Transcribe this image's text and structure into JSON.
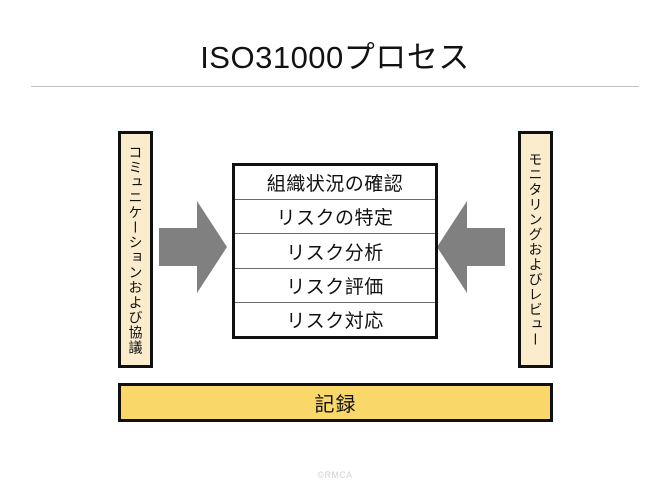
{
  "slide": {
    "title": "ISO31000プロセス",
    "background_color": "#ffffff",
    "rule_color": "#c2c2c2"
  },
  "side_panels": {
    "left": {
      "label": "コミュニケーションおよび協議",
      "fill_color": "#fbeccd",
      "border_color": "#101010"
    },
    "right": {
      "label": "モニタリングおよびレビュー",
      "fill_color": "#fbeccd",
      "border_color": "#101010"
    }
  },
  "arrows": {
    "left": {
      "name": "right-pointing-arrow",
      "direction": "right",
      "color": "#808080"
    },
    "right": {
      "name": "left-pointing-arrow",
      "direction": "left",
      "color": "#808080"
    }
  },
  "process": {
    "steps": [
      {
        "label": "組織状況の確認"
      },
      {
        "label": "リスクの特定"
      },
      {
        "label": "リスク分析"
      },
      {
        "label": "リスク評価"
      },
      {
        "label": "リスク対応"
      }
    ],
    "border_color": "#101010",
    "divider_color": "#6a6a6a",
    "fill_color": "#ffffff"
  },
  "record_bar": {
    "label": "記録",
    "fill_color": "#f9d769",
    "border_color": "#101010"
  },
  "footer": {
    "copyright": "©RMCA",
    "color": "#d2d2d2"
  }
}
